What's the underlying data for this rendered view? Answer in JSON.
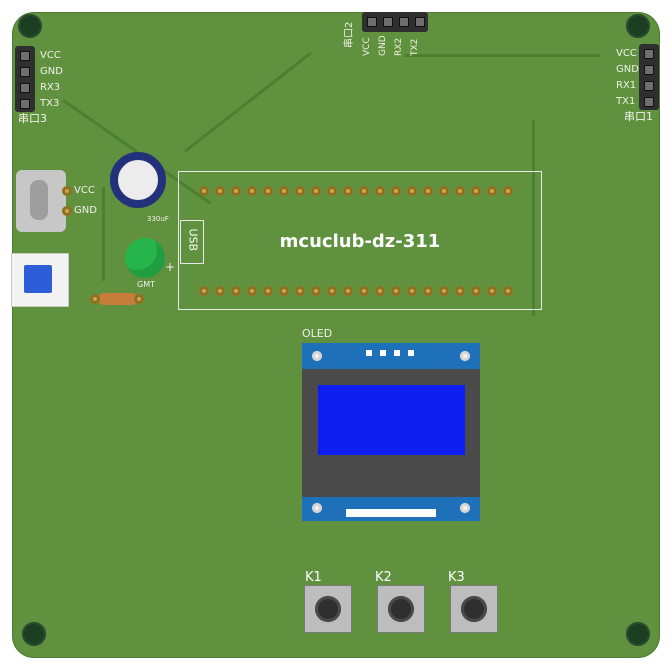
{
  "board": {
    "title": "mcuclub-dz-311",
    "background": "#5f913f"
  },
  "uart3": {
    "label": "串口3",
    "pins": [
      "VCC",
      "GND",
      "RX3",
      "TX3"
    ]
  },
  "uart2": {
    "label": "串口2",
    "pins": [
      "VCC",
      "GND",
      "RX2",
      "TX2"
    ]
  },
  "uart1": {
    "label": "串口1",
    "pins": [
      "VCC",
      "GND",
      "RX1",
      "TX1"
    ]
  },
  "power": {
    "vcc": "VCC",
    "gnd": "GND"
  },
  "mcu": {
    "usb": "USB",
    "pin_count_each_row": 20
  },
  "led": {
    "label": "GMT"
  },
  "cap": {
    "label": "330uF"
  },
  "oled": {
    "label": "OLED",
    "screen_color": "#0c1ff0"
  },
  "keys": [
    "K1",
    "K2",
    "K3"
  ],
  "plus": "+"
}
